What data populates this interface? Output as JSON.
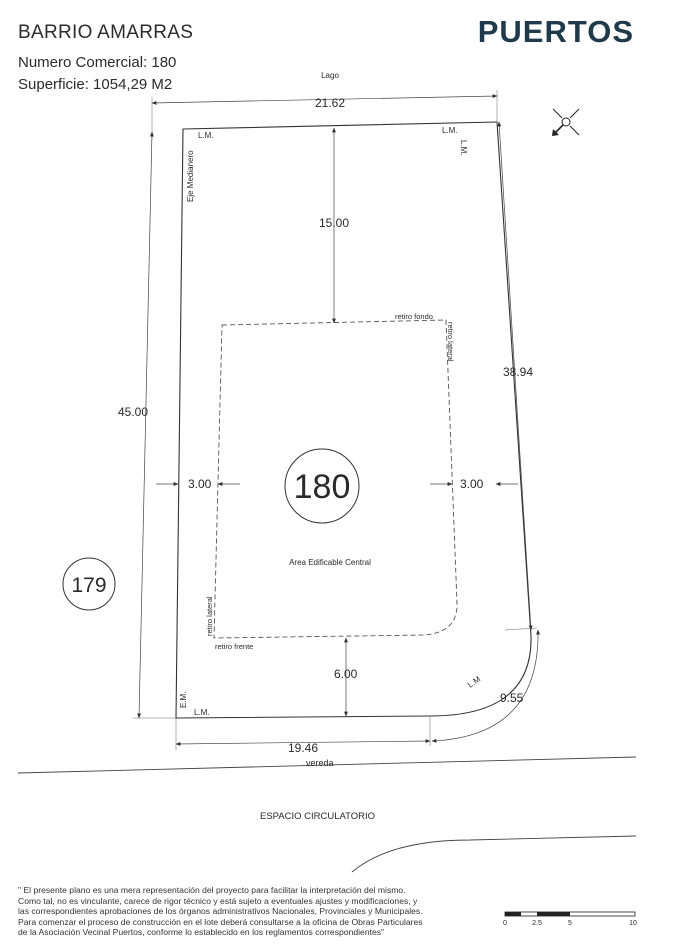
{
  "header": {
    "title": "BARRIO AMARRAS",
    "numero_comercial": "Numero Comercial: 180",
    "superficie": "Superficie: 1054,29 M2",
    "brand": "PUERTOS"
  },
  "plan": {
    "top_label": "Lago",
    "top_width": "21.62",
    "lm": "L.M.",
    "lm_right_vertical": "L.M.",
    "lm_curve": "L.M",
    "em": "E.M.",
    "eje_medianero": "Eje Medianero",
    "dim_rear_setback": "15.00",
    "dim_left_side": "45.00",
    "dim_right_side": "38.94",
    "dim_left_lateral": "3.00",
    "dim_right_lateral": "3.00",
    "dim_front_setback": "6.00",
    "dim_curve": "9.55",
    "dim_bottom": "19.46",
    "retiro_fondo": "retiro fondo",
    "retiro_lateral": "retiro lateral",
    "retiro_frente": "retiro frente",
    "lot_number": "180",
    "neighbor_lot": "179",
    "area_label": "Area Edificable Central",
    "vereda": "vereda",
    "espacio": "ESPACIO CIRCULATORIO"
  },
  "scale": {
    "ticks": [
      "0",
      "2.5",
      "5",
      "10"
    ]
  },
  "disclaimer": [
    "\" El presente plano es una mera representación del proyecto para facilitar la interpretación del mismo.",
    "Como tal, no es vinculante, carece de rigor técnico y está sujeto a eventuales ajustes y modificaciones, y",
    "las correspondientes aprobaciones de los órganos administrativos Nacionales, Provinciales y Municipales.",
    "Para comenzar el proceso de construcción en el lote deberá consultarse a la oficina de Obras Particulares",
    "de la Asociación Vecinal Puertos, conforme lo establecido en los reglamentos correspondientes\""
  ]
}
